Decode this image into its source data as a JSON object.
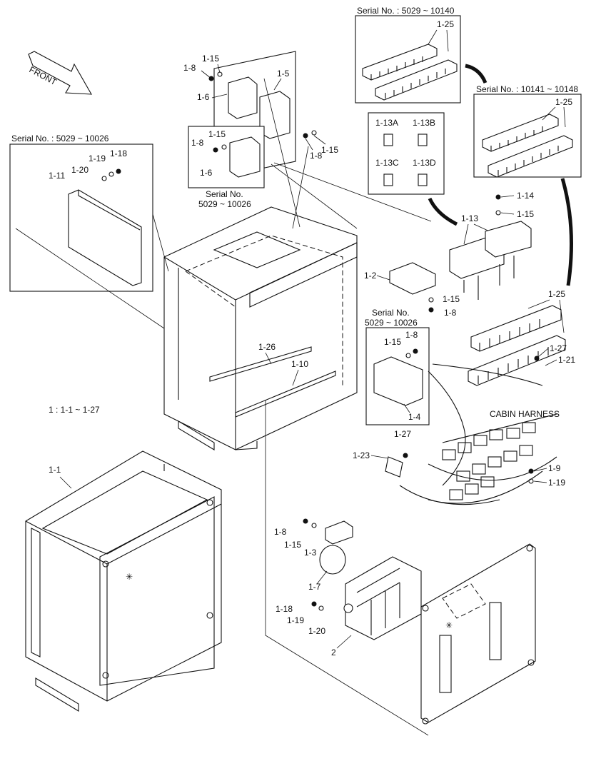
{
  "front_arrow": {
    "label": "FRONT"
  },
  "serial_boxes": {
    "top_right_1": "Serial No. : 5029 ~ 10140",
    "top_right_2": "Serial No. : 10141 ~ 10148",
    "left": "Serial No. : 5029 ~ 10026",
    "relay_box_line1": "Serial No.",
    "relay_box_line2": "5029 ~ 10026",
    "controller_line1": "Serial No.",
    "controller_line2": "5029 ~ 10026"
  },
  "fuse_labels": [
    "1-13A",
    "1-13B",
    "1-13C",
    "1-13D"
  ],
  "callouts": {
    "c_1_25_a": "1-25",
    "c_1_25_b": "1-25",
    "c_1_25_c": "1-25",
    "c_1_15_a": "1-15",
    "c_1_8_a": "1-8",
    "c_1_5": "1-5",
    "c_1_6_a": "1-6",
    "c_1_8_b": "1-8",
    "c_1_15_b": "1-15",
    "c_1_15_c": "1-15",
    "c_1_8_c": "1-8",
    "c_1_6_b": "1-6",
    "c_1_19_a": "1-19",
    "c_1_18_a": "1-18",
    "c_1_20_a": "1-20",
    "c_1_11": "1-11",
    "c_1_14": "1-14",
    "c_1_15_d": "1-15",
    "c_1_13": "1-13",
    "c_1_2": "1-2",
    "c_1_15_e": "1-15",
    "c_1_8_d": "1-8",
    "c_1_8_e": "1-8",
    "c_1_15_f": "1-15",
    "c_1_27_a": "1-27",
    "c_1_21": "1-21",
    "c_1_26": "1-26",
    "c_1_10": "1-10",
    "c_1_4": "1-4",
    "c_1_27_b": "1-27",
    "c_1_23": "1-23",
    "c_1_9": "1-9",
    "c_1_19_b": "1-19",
    "c_1_1": "1-1",
    "c_1_8_f": "1-8",
    "c_1_15_g": "1-15",
    "c_1_3": "1-3",
    "c_1_7": "1-7",
    "c_1_18_b": "1-18",
    "c_1_19_c": "1-19",
    "c_1_20_b": "1-20",
    "c_2": "2"
  },
  "cabin_harness": "CABIN HARNESS",
  "assembly_note": "1 : 1-1 ~ 1-27",
  "colors": {
    "ink": "#111111",
    "paper": "#ffffff"
  }
}
